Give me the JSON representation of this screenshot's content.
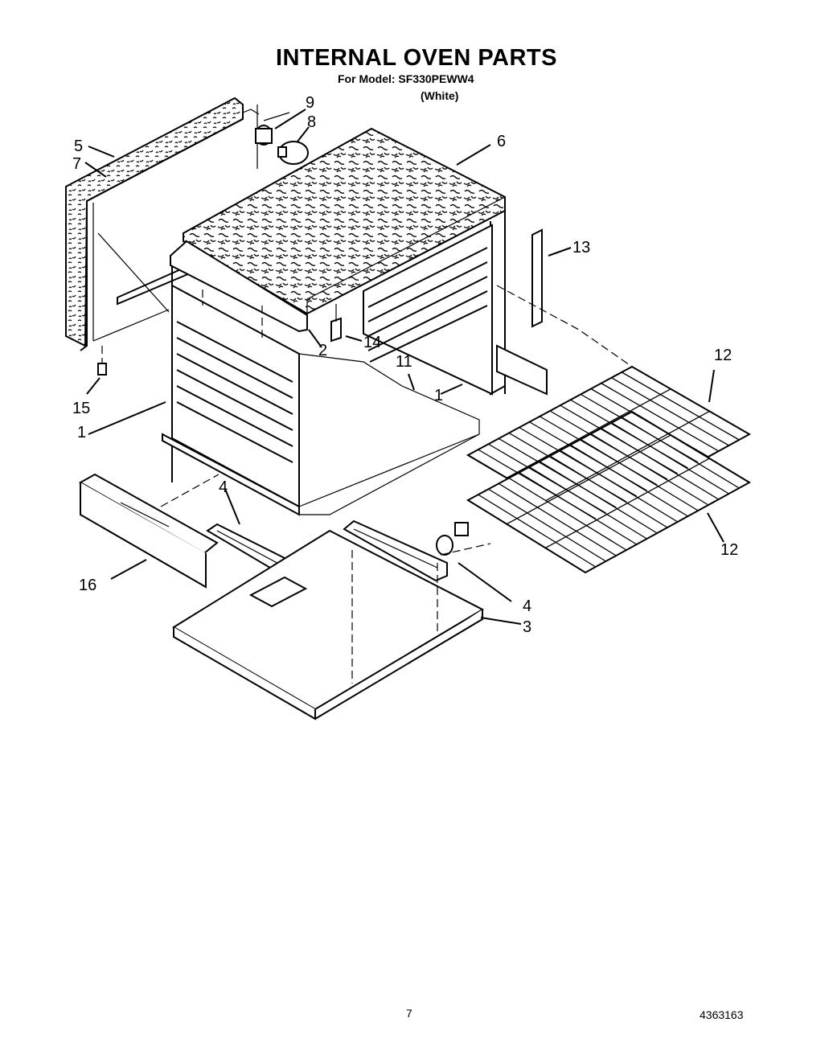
{
  "header": {
    "title": "INTERNAL OVEN PARTS",
    "model_line": "For Model: SF330PEWW4",
    "color_line": "(White)"
  },
  "diagram": {
    "callouts": [
      {
        "id": "1a",
        "label": "1"
      },
      {
        "id": "1b",
        "label": "1"
      },
      {
        "id": "2",
        "label": "2"
      },
      {
        "id": "3",
        "label": "3"
      },
      {
        "id": "4a",
        "label": "4"
      },
      {
        "id": "4b",
        "label": "4"
      },
      {
        "id": "5",
        "label": "5"
      },
      {
        "id": "6",
        "label": "6"
      },
      {
        "id": "7",
        "label": "7"
      },
      {
        "id": "8",
        "label": "8"
      },
      {
        "id": "9",
        "label": "9"
      },
      {
        "id": "11",
        "label": "11"
      },
      {
        "id": "12a",
        "label": "12"
      },
      {
        "id": "12b",
        "label": "12"
      },
      {
        "id": "13",
        "label": "13"
      },
      {
        "id": "14",
        "label": "14"
      },
      {
        "id": "15",
        "label": "15"
      },
      {
        "id": "16",
        "label": "16"
      }
    ]
  },
  "footer": {
    "page_number": "7",
    "document_number": "4363163"
  }
}
